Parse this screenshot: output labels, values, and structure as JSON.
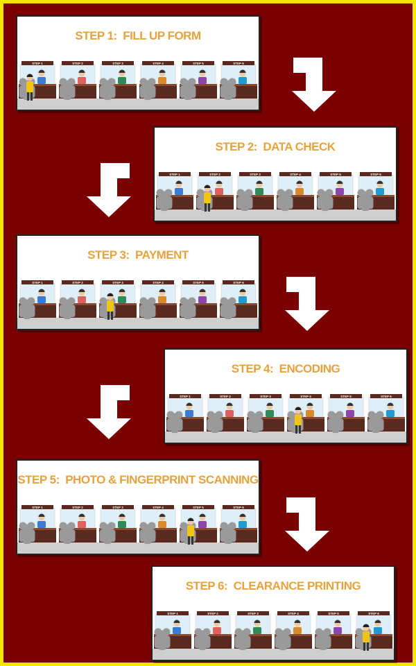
{
  "colors": {
    "background": "#7a0000",
    "border": "#f5e600",
    "title": "#e8a23c",
    "counter": "#5a2a1e",
    "crowd": "#9a9a9a",
    "floor": "#cfcfcf",
    "arrow": "#ffffff"
  },
  "steps": [
    {
      "label": "STEP 1:",
      "text": "FILL UP FORM",
      "active_booth": 1
    },
    {
      "label": "STEP 2:",
      "text": "DATA CHECK",
      "active_booth": 2
    },
    {
      "label": "STEP 3:",
      "text": "PAYMENT",
      "active_booth": 3
    },
    {
      "label": "STEP 4:",
      "text": "ENCODING",
      "active_booth": 4
    },
    {
      "label": "STEP 5:",
      "text": "PHOTO & FINGERPRINT SCANNING",
      "active_booth": 5
    },
    {
      "label": "STEP 6:",
      "text": "CLEARANCE PRINTING",
      "active_booth": 6
    }
  ],
  "booth_labels": [
    "STEP 1",
    "STEP 2",
    "STEP 3",
    "STEP 4",
    "STEP 5",
    "STEP 6"
  ]
}
